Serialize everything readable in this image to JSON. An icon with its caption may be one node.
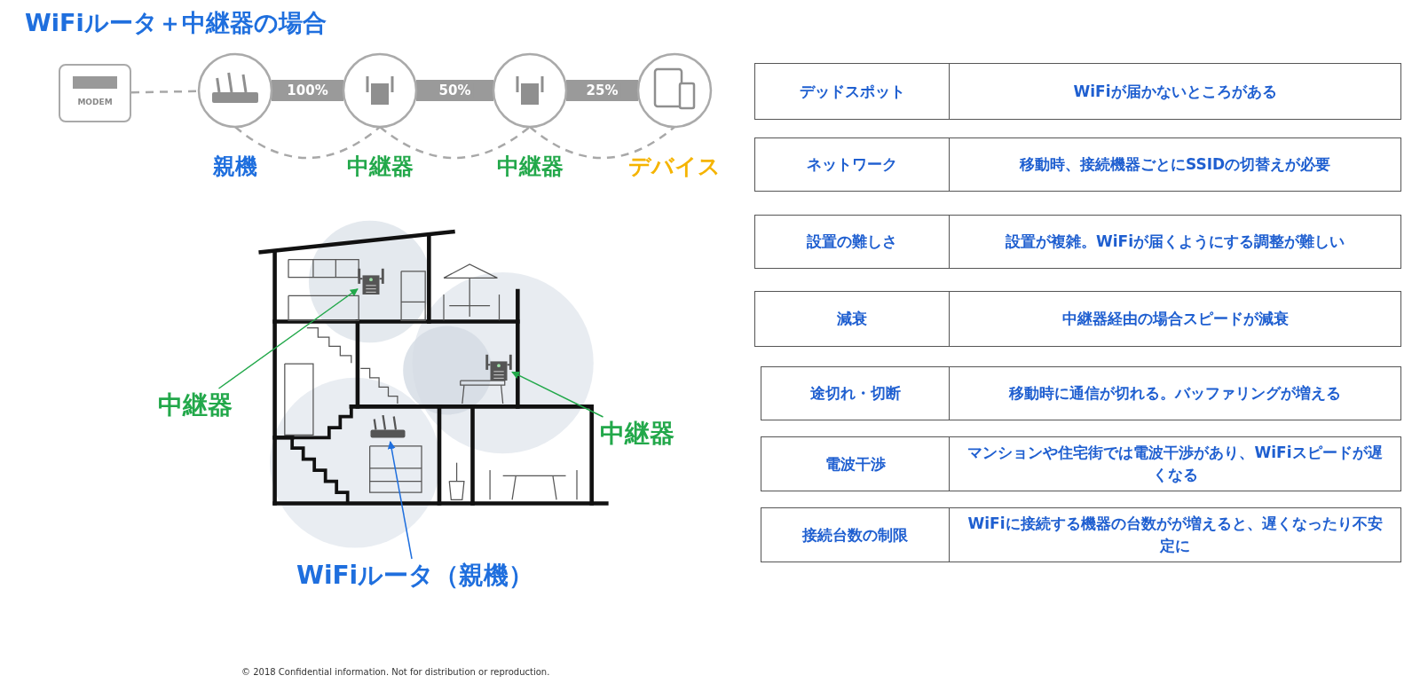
{
  "diagram": {
    "title": "WiFiルータ＋中継器の場合",
    "nodes": [
      {
        "text": [
          "MODEM"
        ]
      },
      {
        "text": [
          "親機"
        ]
      },
      {
        "text": [
          "中継器"
        ]
      },
      {
        "text": [
          "中継器"
        ]
      },
      {
        "text": [
          "デバイス"
        ]
      },
      {
        "text": [
          "中継器"
        ]
      },
      {
        "text": [
          "中継器"
        ]
      },
      {
        "text": [
          "WiFiルータ（親機）"
        ]
      },
      {
        "text": [],
        "shape": "picture"
      },
      {
        "text": [],
        "shape": "picture"
      },
      {
        "text": [],
        "shape": "picture"
      }
    ],
    "edges": [
      {
        "from": 0,
        "to": 1,
        "arrow": "none",
        "style": "dashed"
      },
      {
        "from": 1,
        "to": 2,
        "arrow": "none",
        "style": "thick",
        "label": "100%"
      },
      {
        "from": 2,
        "to": 3,
        "arrow": "none",
        "style": "thick",
        "label": "50%"
      },
      {
        "from": 3,
        "to": 4,
        "arrow": "none",
        "style": "thick",
        "label": "25%"
      },
      {
        "from": 1,
        "to": 2,
        "arrow": "none",
        "style": "dashed"
      },
      {
        "from": 2,
        "to": 3,
        "arrow": "none",
        "style": "dashed"
      },
      {
        "from": 3,
        "to": 4,
        "arrow": "none",
        "style": "dashed"
      },
      {
        "from": 5,
        "to": 8,
        "arrow": "to",
        "color": "#22a84a"
      },
      {
        "from": 6,
        "to": 9,
        "arrow": "to",
        "color": "#22a84a"
      },
      {
        "from": 7,
        "to": 10,
        "arrow": "to",
        "color": "#1f6fde"
      }
    ],
    "labels": [
      "デッドスポット",
      "WiFiが届かないところがある",
      "ネットワーク",
      "移動時、接続機器ごとにSSIDの切替えが必要",
      "設置の難しさ",
      "設置が複雑。WiFiが届くようにする調整が難しい",
      "減衰",
      "中継器経由の場合スピードが減衰",
      "途切れ・切断",
      "移動時に通信が切れる。バッファリングが増える",
      "電波干渉",
      "マンションや住宅街では電波干渉があり、WiFiスピードが遅くなる",
      "接続台数の制限",
      "WiFiに接続する機器の台数がが増えると、遅くなったり不安定に",
      "© 2018 Confidential information. Not for distribution or reproduction."
    ]
  }
}
